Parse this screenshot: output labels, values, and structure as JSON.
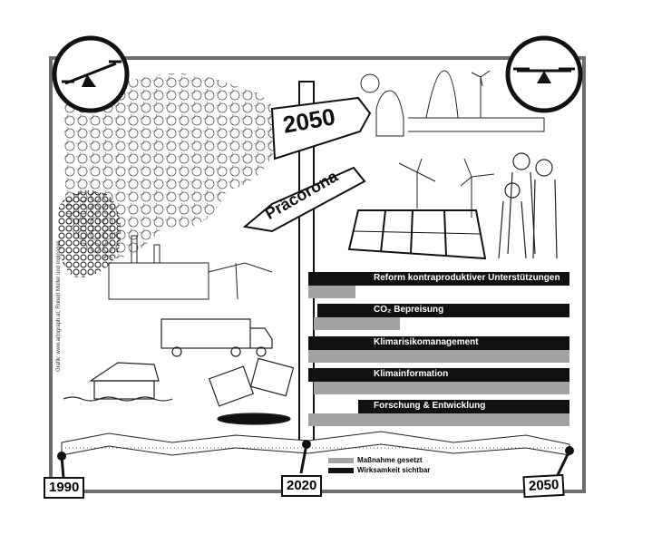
{
  "signpost": {
    "top_sign": "2050",
    "bottom_sign": "Präcorona"
  },
  "credit": "Grafik: www.artograph.at, Robert Müller und Inginages",
  "measures": [
    {
      "label": "Reform kontraproduktiver Unterstützungen",
      "effect_start": 0.0,
      "effect_end": 1.0,
      "measure_start": 0.0,
      "measure_end": 0.18
    },
    {
      "label": "CO₂ Bepreisung",
      "effect_start": 0.035,
      "effect_end": 1.0,
      "measure_start": 0.02,
      "measure_end": 0.35
    },
    {
      "label": "Klimarisikomanagement",
      "effect_start": 0.0,
      "effect_end": 1.0,
      "measure_start": 0.0,
      "measure_end": 1.0
    },
    {
      "label": "Klimainformation",
      "effect_start": 0.0,
      "effect_end": 1.0,
      "measure_start": 0.02,
      "measure_end": 1.0
    },
    {
      "label": "Forschung & Entwicklung",
      "effect_start": 0.19,
      "effect_end": 1.0,
      "measure_start": 0.0,
      "measure_end": 1.0
    }
  ],
  "legend": {
    "measure": "Maßnahme gesetzt",
    "effect": "Wirksamkeit sichtbar"
  },
  "timeline": {
    "start": "1990",
    "middle": "2020",
    "end": "2050"
  },
  "colors": {
    "effect": "#111111",
    "measure": "#a3a3a3",
    "frame": "#6d6d6d"
  },
  "icons": [
    "unbalanced-scale-icon",
    "balanced-scale-icon"
  ]
}
